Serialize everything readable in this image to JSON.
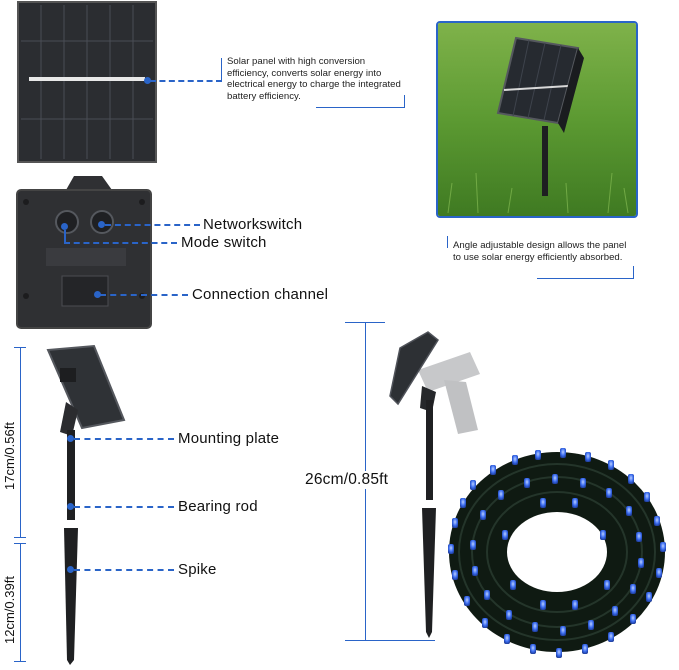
{
  "callouts": {
    "solar_panel_text": "Solar panel with high conversion efficiency, converts solar energy into electrical energy to charge the integrated battery efficiency.",
    "angle_text": "Angle adjustable design allows the panel to use solar energy efficiently absorbed.",
    "network_switch": "Networkswitch",
    "mode_switch": "Mode switch",
    "connection_channel": "Connection channel",
    "mounting_plate": "Mounting plate",
    "bearing_rod": "Bearing rod",
    "spike": "Spike"
  },
  "dimensions": {
    "upper_height": "17cm/0.56ft",
    "lower_height": "12cm/0.39ft",
    "total_height": "26cm/0.85ft"
  },
  "colors": {
    "accent": "#2a64c8",
    "led_blue": "#3a6cf0",
    "grass": "#5c9a32"
  }
}
